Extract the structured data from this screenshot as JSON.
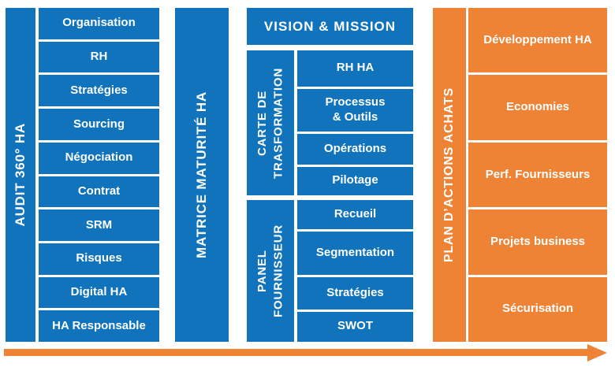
{
  "colors": {
    "blue": "#1073BC",
    "orange": "#EE8336"
  },
  "audit": {
    "title": "AUDIT 360° HA",
    "items": [
      "Organisation",
      "RH",
      "Stratégies",
      "Sourcing",
      "Négociation",
      "Contrat",
      "SRM",
      "Risques",
      "Digital HA",
      "HA Responsable"
    ]
  },
  "matrice": {
    "title": "MATRICE MATURITÉ HA"
  },
  "vision": {
    "title": "VISION & MISSION"
  },
  "carte": {
    "title": "CARTE DE\nTRASFORMATION",
    "items": [
      "RH HA",
      "Processus\n& Outils",
      "Opérations",
      "Pilotage"
    ]
  },
  "panel": {
    "title": "PANEL\nFOURNISSEUR",
    "items": [
      "Recueil",
      "Segmentation",
      "Stratégies",
      "SWOT"
    ]
  },
  "plan": {
    "title": "PLAN D’ACTIONS ACHATS",
    "items": [
      "Développement HA",
      "Economies",
      "Perf. Fournisseurs",
      "Projets business",
      "Sécurisation"
    ]
  },
  "arrow": {
    "direction": "right"
  }
}
